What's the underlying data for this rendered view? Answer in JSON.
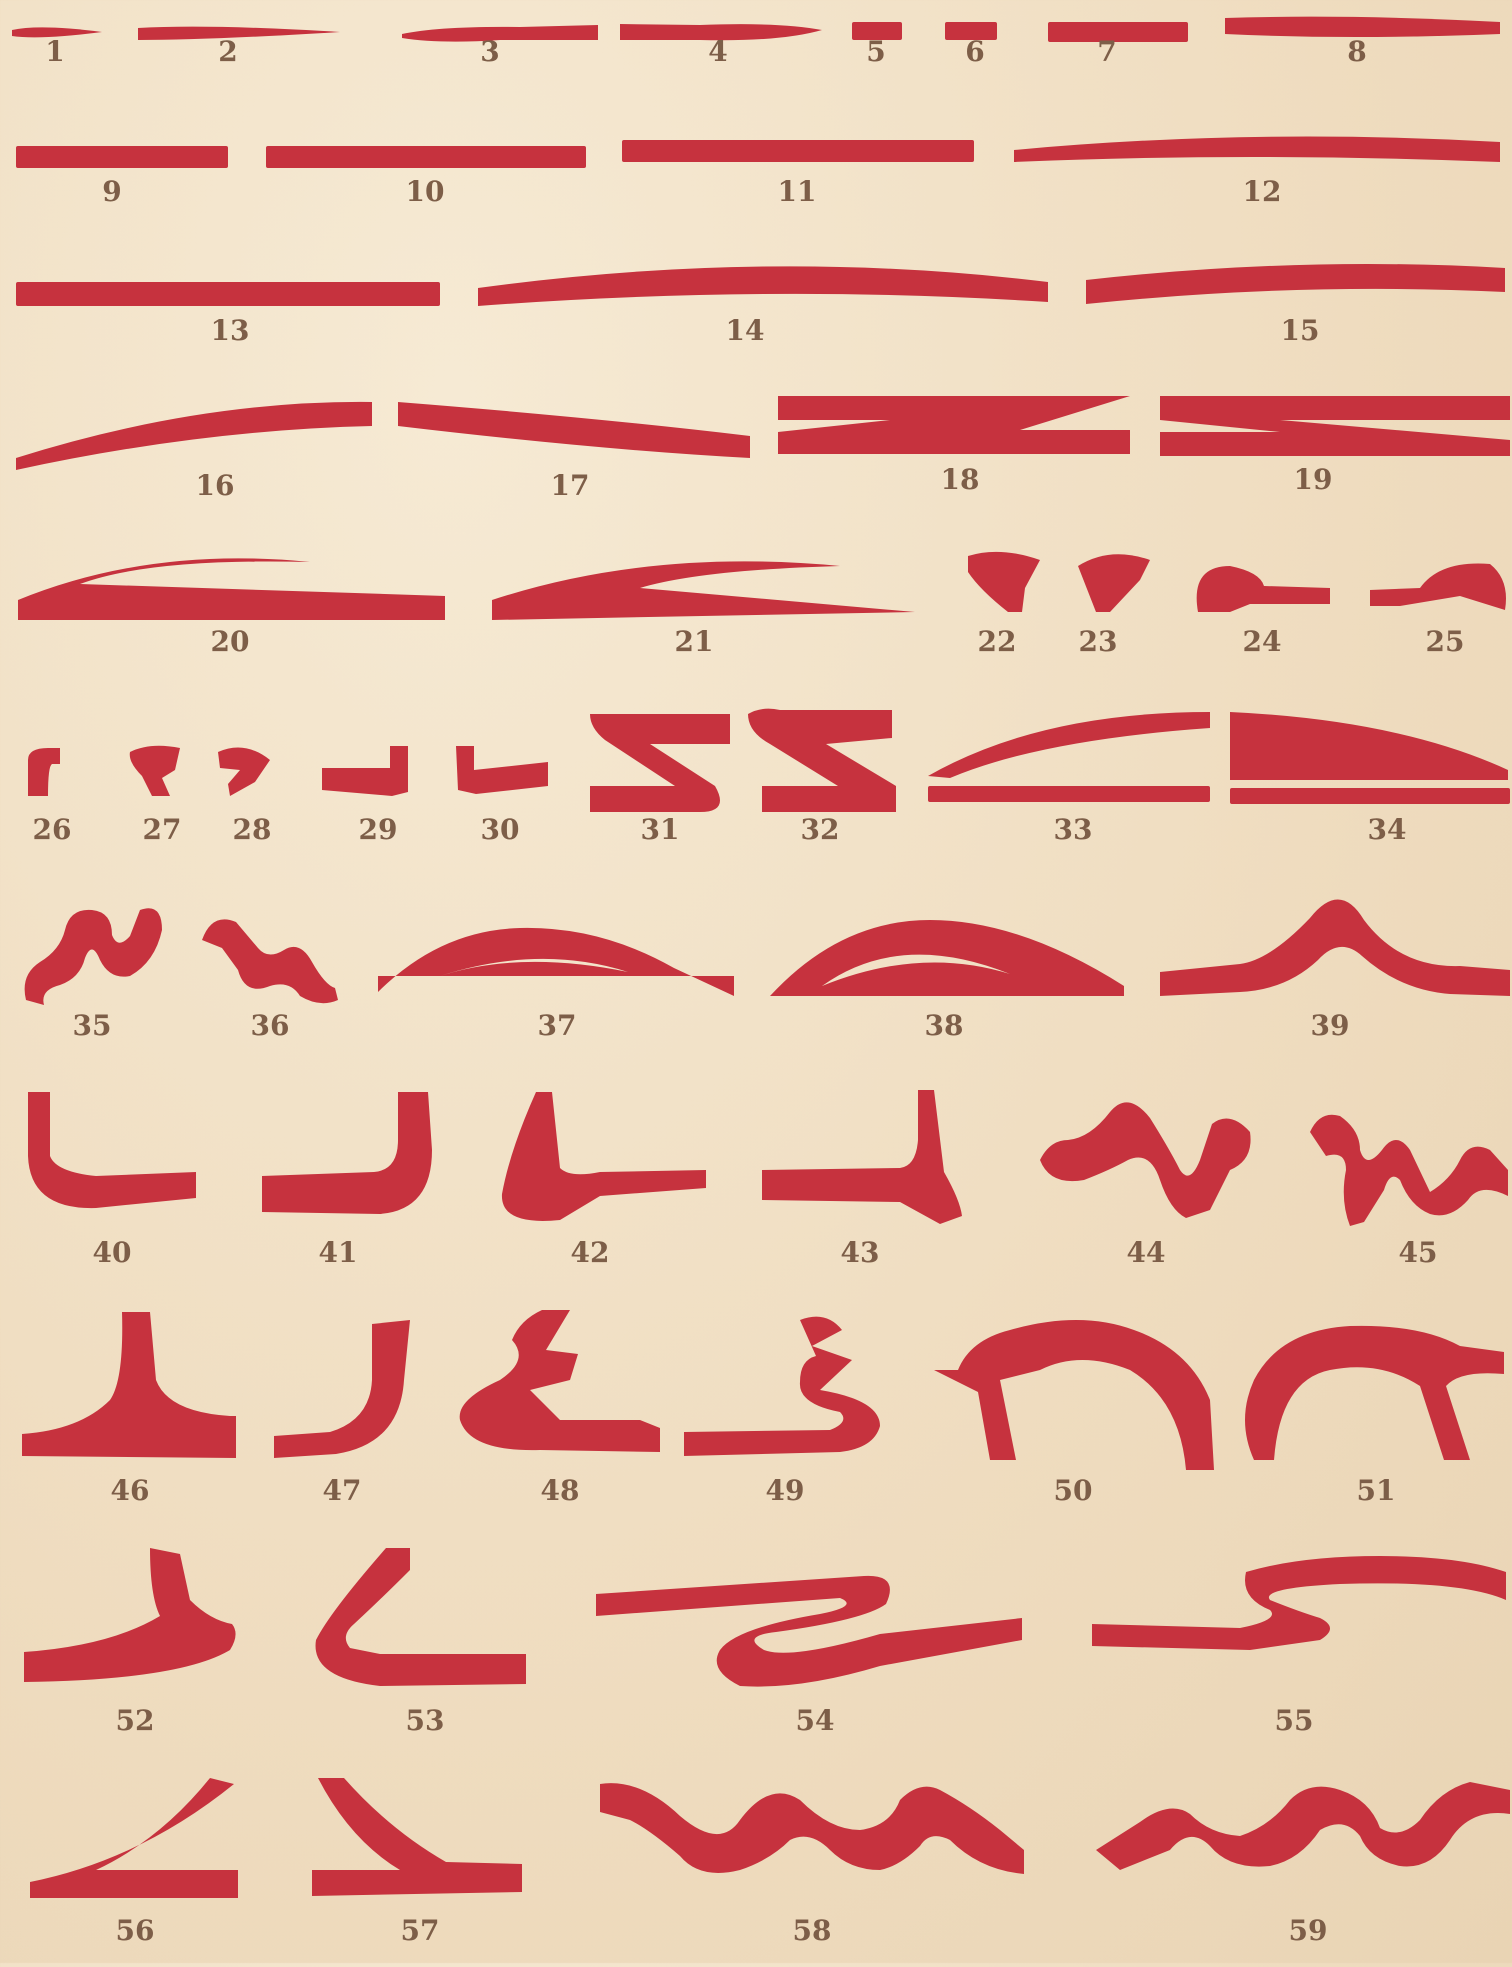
{
  "plate": {
    "ink_color": "#c6323e",
    "paper_color": "#f2e3c9",
    "label_color": "#7d5e48",
    "figure_labels": [
      "1",
      "2",
      "3",
      "4",
      "5",
      "6",
      "7",
      "8",
      "9",
      "10",
      "11",
      "12",
      "13",
      "14",
      "15",
      "16",
      "17",
      "18",
      "19",
      "20",
      "21",
      "22",
      "23",
      "24",
      "25",
      "26",
      "27",
      "28",
      "29",
      "30",
      "31",
      "32",
      "33",
      "34",
      "35",
      "36",
      "37",
      "38",
      "39",
      "40",
      "41",
      "42",
      "43",
      "44",
      "45",
      "46",
      "47",
      "48",
      "49",
      "50",
      "51",
      "52",
      "53",
      "54",
      "55",
      "56",
      "57",
      "58",
      "59"
    ]
  }
}
